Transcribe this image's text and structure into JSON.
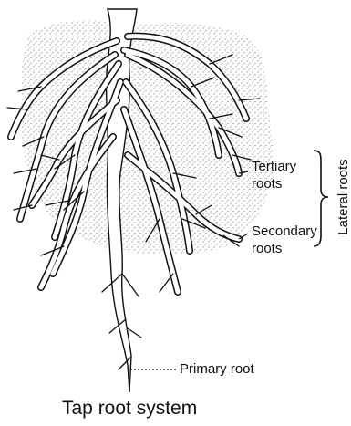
{
  "diagram": {
    "labels": {
      "tertiary": [
        "Tertiary",
        "roots"
      ],
      "secondary": [
        "Secondary",
        "roots"
      ],
      "primary": "Primary root",
      "lateral": "Lateral roots"
    },
    "caption": "Tap root system",
    "colors": {
      "ink": "#111111",
      "paper": "#ffffff"
    }
  }
}
